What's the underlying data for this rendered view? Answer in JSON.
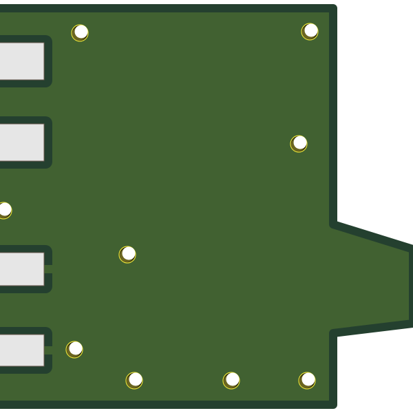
{
  "colors": {
    "board": "#416131",
    "board_edge": "#24402f",
    "pad": "#e6e6e6",
    "pad_outline": "#24402f",
    "hole_ring": "#e8e23a",
    "background": "#ffffff"
  },
  "pads": [
    {
      "id": "pad-1",
      "notched": false
    },
    {
      "id": "pad-2",
      "notched": false
    },
    {
      "id": "pad-3",
      "notched": true
    },
    {
      "id": "pad-4",
      "notched": true
    }
  ],
  "holes": [
    "hole-1",
    "hole-2",
    "hole-3",
    "hole-4",
    "hole-5",
    "hole-6",
    "hole-7",
    "hole-8",
    "hole-9"
  ]
}
